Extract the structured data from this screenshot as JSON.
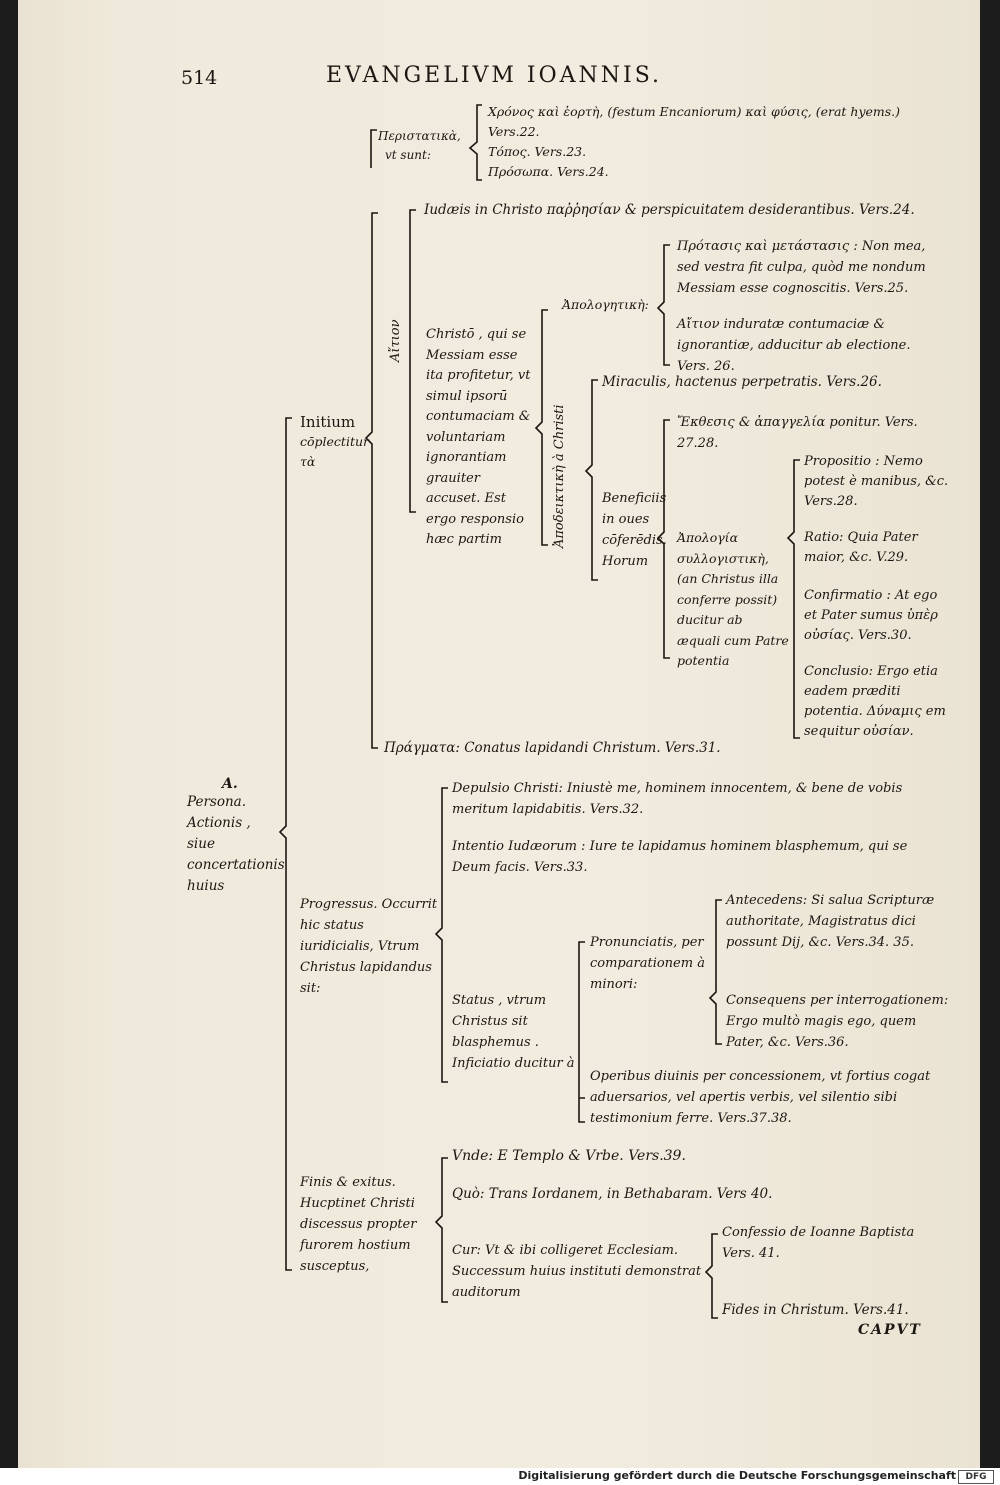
{
  "header": {
    "page_number": "514",
    "running_title": "EVANGELIVM IOANNIS."
  },
  "tree": {
    "root": {
      "letter": "A.",
      "label": "Persona. Actionis , siue concertationis huius"
    },
    "peristatika": {
      "head": "Περιστατικὰ,",
      "head_sub": "vt sunt:",
      "items": [
        "Χρόνος καὶ ἑορτὴ, (festum Encaniorum) καὶ φύσις, (erat hyems.)",
        "Vers.22.",
        "Τόπος. Vers.23.",
        "Πρόσωπα. Vers.24."
      ]
    },
    "initium": {
      "head": "Initium",
      "head_sub": "cōplectitur τὰ",
      "aitia": "Αἴτιον",
      "iudaeis": "Iudæis in Christo παῤῥησίαν & perspicuitatem desiderantibus. Vers.24.",
      "christo": "Christō , qui se Messiam esse ita profitetur, vt simul ipsorū contumaciam & voluntariam ignorantiam grauiter accuset. Est ergo responsio hæc partim",
      "apodeixis": "Ἀποδεικτικὴ à Christi",
      "apologetike": "Ἀπολογητικὴ:",
      "apol_1": "Πρότασις καὶ μετάστασις : Non mea, sed vestra fit culpa, quòd me nondum Messiam esse cognoscitis. Vers.25.",
      "apol_2": "Αἴτιον induratæ contumaciæ & ignorantiæ, adducitur ab electione. Vers. 26.",
      "miraculis": "Miraculis, hactenus perpetratis. Vers.26.",
      "beneficiis": "Beneficiis in oues cōferēdis. Horum",
      "ekthesis": "Ἔκθεσις & ἀπαγγελία ponitur. Vers. 27.28.",
      "apologia": "Ἀπολογία συλλογιστικὴ, (an Christus illa conferre possit) ducitur ab æquali cum Patre potentia",
      "propositio": "Propositio : Nemo potest è manibus, &c. Vers.28.",
      "ratio": "Ratio: Quia Pater maior, &c. V.29.",
      "confirmatio": "Confirmatio : At ego et Pater sumus ὑπὲρ οὐσίας. Vers.30.",
      "conclusio": "Conclusio: Ergo etia eadem præditi potentia. Δύναμις em sequitur οὐσίαν.",
      "pragmata": "Πράγματα: Conatus lapidandi Christum. Vers.31."
    },
    "progressus": {
      "head": "Progressus. Occurrit hic status iuridicialis, Vtrum Christus lapidandus sit:",
      "depulsio": "Depulsio Christi: Iniustè me, hominem innocentem, & bene de vobis meritum lapidabitis. Vers.32.",
      "intentio": "Intentio Iudæorum : Iure te lapidamus hominem blasphemum, qui se Deum facis. Vers.33.",
      "status": "Status , vtrum Christus sit blasphemus . Inficiatio ducitur à",
      "pronunciatis": "Pronunciatis, per comparationem à minori:",
      "antecedens": "Antecedens: Si salua Scripturæ authoritate, Magistratus dici possunt Dij, &c. Vers.34. 35.",
      "consequens": "Consequens per interrogationem: Ergo multò magis ego, quem Pater, &c. Vers.36.",
      "operibus": "Operibus diuinis per concessionem, vt fortius cogat aduersarios, vel apertis verbis, vel silentio sibi testimonium ferre. Vers.37.38."
    },
    "finis": {
      "head": "Finis & exitus. Hucptinet Christi discessus propter furorem hostium susceptus,",
      "unde": "Vnde: E Templo & Vrbe. Vers.39.",
      "quo": "Quò: Trans Iordanem, in Bethabaram. Vers 40.",
      "cur": "Cur: Vt & ibi colligeret Ecclesiam. Successum huius instituti demonstrat auditorum",
      "confessio": "Confessio de Ioanne Baptista Vers. 41.",
      "fides": "Fides in Christum. Vers.41."
    }
  },
  "catchword": "CAPVT",
  "footer": {
    "credit": "Digitalisierung gefördert durch die Deutsche Forschungsgemeinschaft",
    "logo": "DFG"
  }
}
